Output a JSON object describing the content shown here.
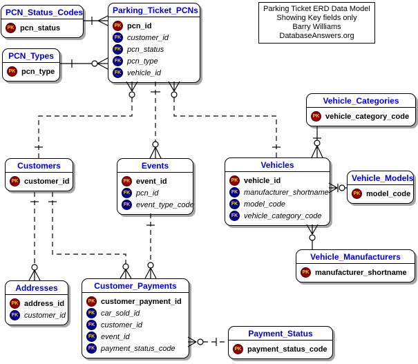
{
  "note": {
    "lines": [
      "Parking Ticket ERD Data Model",
      "Showing Key fields only",
      "Barry Williams",
      "DatabaseAnswers.org"
    ]
  },
  "colors": {
    "entity_title": "#0000cc",
    "pk_badge": "#8b0000",
    "fk_badge": "#00008b",
    "badge_text": "#ffcc33",
    "shadow": "#a6a6a6"
  },
  "entities": [
    {
      "name": "PCN_Status_Codes",
      "fields": [
        {
          "key": "PK",
          "name": "pcn_status"
        }
      ]
    },
    {
      "name": "Parking_Ticket_PCNs",
      "fields": [
        {
          "key": "PK",
          "name": "pcn_id"
        },
        {
          "key": "FK",
          "name": "customer_id"
        },
        {
          "key": "FK",
          "name": "pcn_status"
        },
        {
          "key": "FK",
          "name": "pcn_type"
        },
        {
          "key": "FK",
          "name": "vehicle_id"
        }
      ]
    },
    {
      "name": "PCN_Types",
      "fields": [
        {
          "key": "PK",
          "name": "pcn_type"
        }
      ]
    },
    {
      "name": "Vehicle_Categories",
      "fields": [
        {
          "key": "PK",
          "name": "vehicle_category_code"
        }
      ]
    },
    {
      "name": "Customers",
      "fields": [
        {
          "key": "PK",
          "name": "customer_id"
        }
      ]
    },
    {
      "name": "Events",
      "fields": [
        {
          "key": "PK",
          "name": "event_id"
        },
        {
          "key": "FK",
          "name": "pcn_id"
        },
        {
          "key": "FK",
          "name": "event_type_code"
        }
      ]
    },
    {
      "name": "Vehicles",
      "fields": [
        {
          "key": "PK",
          "name": "vehicle_id"
        },
        {
          "key": "FK",
          "name": "manufacturer_shortname"
        },
        {
          "key": "FK",
          "name": "model_code"
        },
        {
          "key": "FK",
          "name": "vehicle_category_code"
        }
      ]
    },
    {
      "name": "Vehicle_Models",
      "fields": [
        {
          "key": "PK",
          "name": "model_code"
        }
      ]
    },
    {
      "name": "Vehicle_Manufacturers",
      "fields": [
        {
          "key": "PK",
          "name": "manufacturer_shortname"
        }
      ]
    },
    {
      "name": "Addresses",
      "fields": [
        {
          "key": "PK",
          "name": "address_id"
        },
        {
          "key": "FK",
          "name": "customer_id"
        }
      ]
    },
    {
      "name": "Customer_Payments",
      "fields": [
        {
          "key": "PK",
          "name": "customer_payment_id"
        },
        {
          "key": "FK",
          "name": "car_sold_id"
        },
        {
          "key": "FK",
          "name": "customer_id"
        },
        {
          "key": "FK",
          "name": "event_id"
        },
        {
          "key": "FK",
          "name": "payment_status_code"
        }
      ]
    },
    {
      "name": "Payment_Status",
      "fields": [
        {
          "key": "PK",
          "name": "payment_status_code"
        }
      ]
    }
  ],
  "relationships": [
    {
      "from": "PCN_Status_Codes",
      "to": "Parking_Ticket_PCNs",
      "from_card": "one",
      "to_card": "many",
      "line": "solid"
    },
    {
      "from": "PCN_Types",
      "to": "Parking_Ticket_PCNs",
      "from_card": "one",
      "to_card": "zero-or-many",
      "line": "solid"
    },
    {
      "from": "Customers",
      "to": "Parking_Ticket_PCNs",
      "from_card": "one",
      "to_card": "zero-or-many",
      "line": "dashed"
    },
    {
      "from": "Parking_Ticket_PCNs",
      "to": "Events",
      "from_card": "one",
      "to_card": "zero-or-many",
      "line": "dashed"
    },
    {
      "from": "Vehicles",
      "to": "Parking_Ticket_PCNs",
      "from_card": "one",
      "to_card": "zero-or-many",
      "line": "dashed"
    },
    {
      "from": "Vehicle_Categories",
      "to": "Vehicles",
      "from_card": "one",
      "to_card": "zero-or-many",
      "line": "solid"
    },
    {
      "from": "Vehicle_Models",
      "to": "Vehicles",
      "from_card": "zero-or-one",
      "to_card": "many",
      "line": "solid"
    },
    {
      "from": "Vehicle_Manufacturers",
      "to": "Vehicles",
      "from_card": "one",
      "to_card": "zero-or-many",
      "line": "solid"
    },
    {
      "from": "Customers",
      "to": "Addresses",
      "from_card": "one",
      "to_card": "zero-or-many",
      "line": "dashed"
    },
    {
      "from": "Customers",
      "to": "Customer_Payments",
      "from_card": "one",
      "to_card": "zero-or-many",
      "line": "dashed"
    },
    {
      "from": "Events",
      "to": "Customer_Payments",
      "from_card": "one",
      "to_card": "zero-or-many",
      "line": "dashed"
    },
    {
      "from": "Payment_Status",
      "to": "Customer_Payments",
      "from_card": "one",
      "to_card": "zero-or-many",
      "line": "dashed"
    }
  ]
}
